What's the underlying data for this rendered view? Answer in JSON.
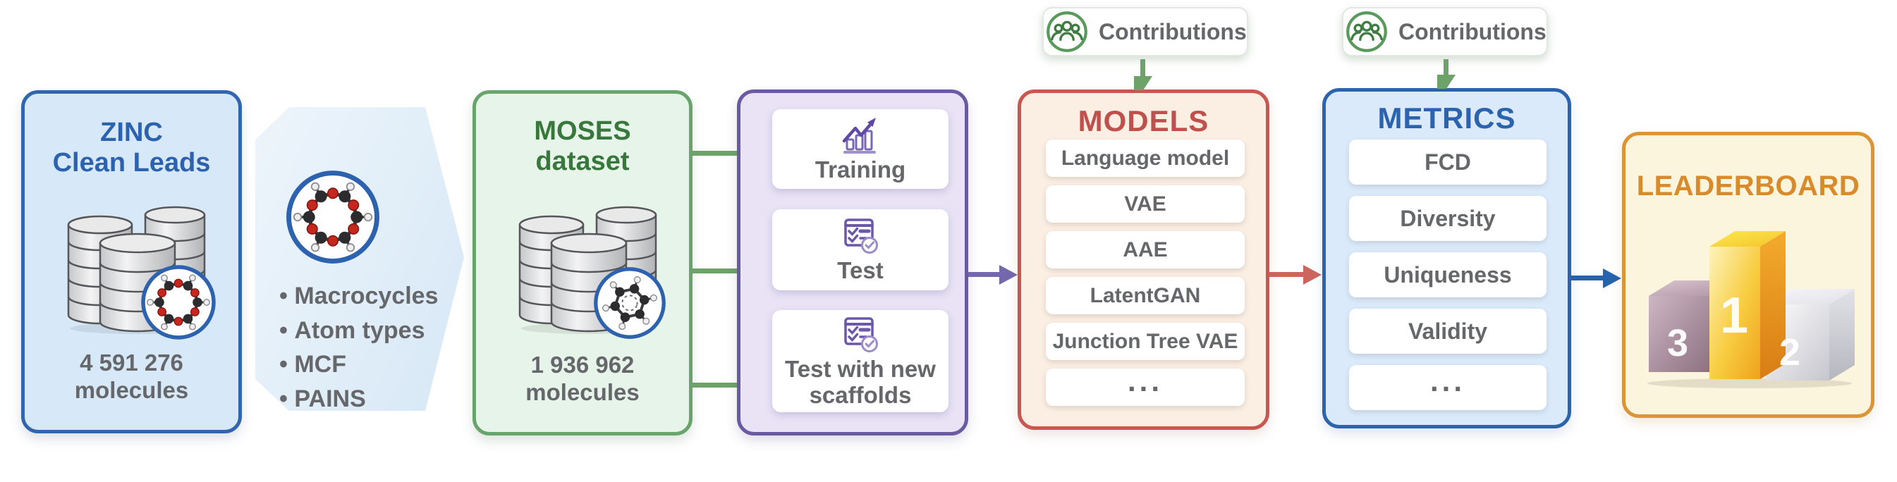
{
  "zinc": {
    "title_line1": "ZINC",
    "title_line2": "Clean Leads",
    "count": "4 591 276",
    "count_unit": "molecules",
    "icons": [
      "database-icon",
      "macrocycle-molecule-icon"
    ]
  },
  "filter": {
    "items": [
      "Macrocycles",
      "Atom types",
      "MCF",
      "PAINS"
    ],
    "icon": "macrocycle-molecule-icon"
  },
  "moses": {
    "title_line1": "MOSES",
    "title_line2": "dataset",
    "count": "1 936 962",
    "count_unit": "molecules",
    "icons": [
      "database-icon",
      "benzene-molecule-icon"
    ]
  },
  "splits": {
    "cards": [
      {
        "label": "Training",
        "icon": "bar-chart-icon"
      },
      {
        "label": "Test",
        "icon": "checklist-icon"
      },
      {
        "label": "Test with new scaffolds",
        "icon": "checklist-icon"
      }
    ]
  },
  "models": {
    "title": "MODELS",
    "items": [
      "Language model",
      "VAE",
      "AAE",
      "LatentGAN",
      "Junction Tree VAE",
      "..."
    ]
  },
  "metrics": {
    "title": "METRICS",
    "items": [
      "FCD",
      "Diversity",
      "Uniqueness",
      "Validity",
      "..."
    ]
  },
  "leaderboard": {
    "title": "LEADERBOARD",
    "icon": "podium-icon",
    "podium": {
      "first": "1",
      "second": "2",
      "third": "3"
    }
  },
  "contributions": {
    "label": "Contributions",
    "icon": "people-icon"
  },
  "colors": {
    "zinc_border": "#3166ae",
    "zinc_fill": "#d7e9f8",
    "zinc_title": "#2d62ae",
    "moses_border": "#69a46c",
    "moses_fill": "#e7f4e9",
    "moses_title": "#39783c",
    "splits_border": "#6a5aa3",
    "splits_fill": "#e9e3f5",
    "splits_icon": "#6c57a8",
    "models_border": "#c9574f",
    "models_fill": "#fbeee2",
    "models_title": "#c0504d",
    "metrics_border": "#2b63ae",
    "metrics_fill": "#dbeafa",
    "metrics_title": "#2b63ae",
    "leaderboard_border": "#dc9536",
    "leaderboard_fill": "#fcf5de",
    "leaderboard_title": "#d98b2b",
    "arrow_green": "#6da368",
    "arrow_purple": "#7568ae",
    "arrow_red": "#cd655f",
    "arrow_blue": "#2563ac",
    "text_gray": "#66676b"
  }
}
